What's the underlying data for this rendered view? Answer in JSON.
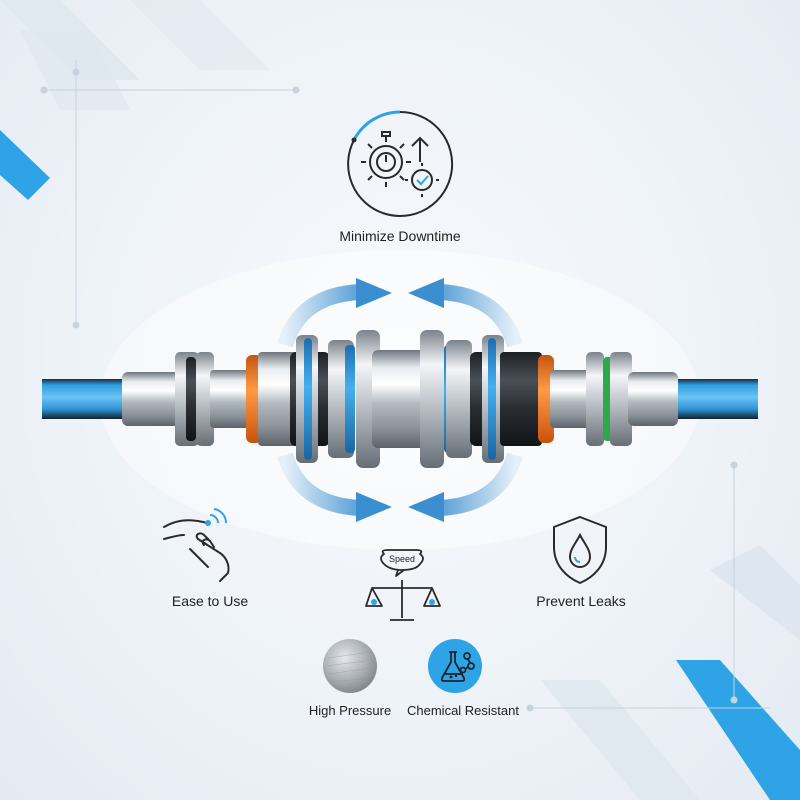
{
  "features": {
    "top": {
      "label": "Minimize Downtime",
      "icon": "gear-stopwatch-upgrade-icon"
    },
    "left": {
      "label": "Ease to Use",
      "icon": "hand-touch-icon"
    },
    "center": {
      "label": "Speed",
      "icon": "balance-scale-icon"
    },
    "right": {
      "label": "Prevent Leaks",
      "icon": "shield-drop-icon"
    }
  },
  "materials": [
    {
      "label": "High Pressure",
      "icon": "brushed-metal-disc-icon"
    },
    {
      "label": "Chemical Resistant",
      "icon": "flask-molecule-icon"
    }
  ],
  "colors": {
    "accent_blue": "#2ea3e6",
    "hose_blue": "#3aa7e8",
    "orange_ring": "#f07a22",
    "green_ring": "#2fa84a",
    "steel": "#b9bfc6"
  }
}
